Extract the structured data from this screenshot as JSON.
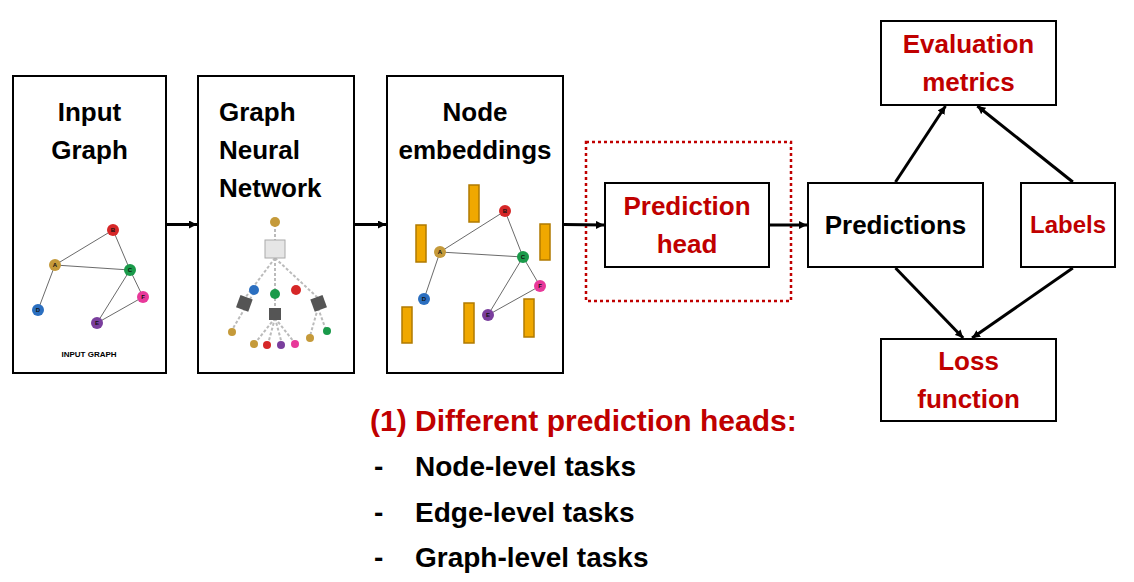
{
  "diagram": {
    "nodes": [
      {
        "text": [
          "Input Graph"
        ]
      },
      {
        "text": [
          "Graph Neural Network"
        ]
      },
      {
        "text": [
          "Node embeddings"
        ]
      },
      {
        "text": [
          "Prediction head"
        ]
      },
      {
        "text": [
          "Evaluation metrics"
        ]
      },
      {
        "text": [
          "Predictions"
        ]
      },
      {
        "text": [
          "Labels"
        ]
      },
      {
        "text": [
          "Loss function"
        ]
      }
    ],
    "edges": [
      {
        "from": 0,
        "to": 1,
        "arrow": "to"
      },
      {
        "from": 1,
        "to": 2,
        "arrow": "to"
      },
      {
        "from": 2,
        "to": 3,
        "arrow": "to"
      },
      {
        "from": 3,
        "to": 5,
        "arrow": "to"
      },
      {
        "from": 5,
        "to": 4,
        "arrow": "to"
      },
      {
        "from": 6,
        "to": 4,
        "arrow": "to"
      },
      {
        "from": 5,
        "to": 7,
        "arrow": "to"
      },
      {
        "from": 6,
        "to": 7,
        "arrow": "to"
      }
    ],
    "labels": [
      "B",
      "A",
      "C",
      "D",
      "F",
      "E",
      "INPUT GRAPH",
      "B",
      "A",
      "C",
      "D",
      "F",
      "E",
      "(1) Different prediction heads:",
      "-",
      "Node-level tasks",
      "-",
      "Edge-level tasks",
      "-",
      "Graph-level tasks"
    ]
  }
}
